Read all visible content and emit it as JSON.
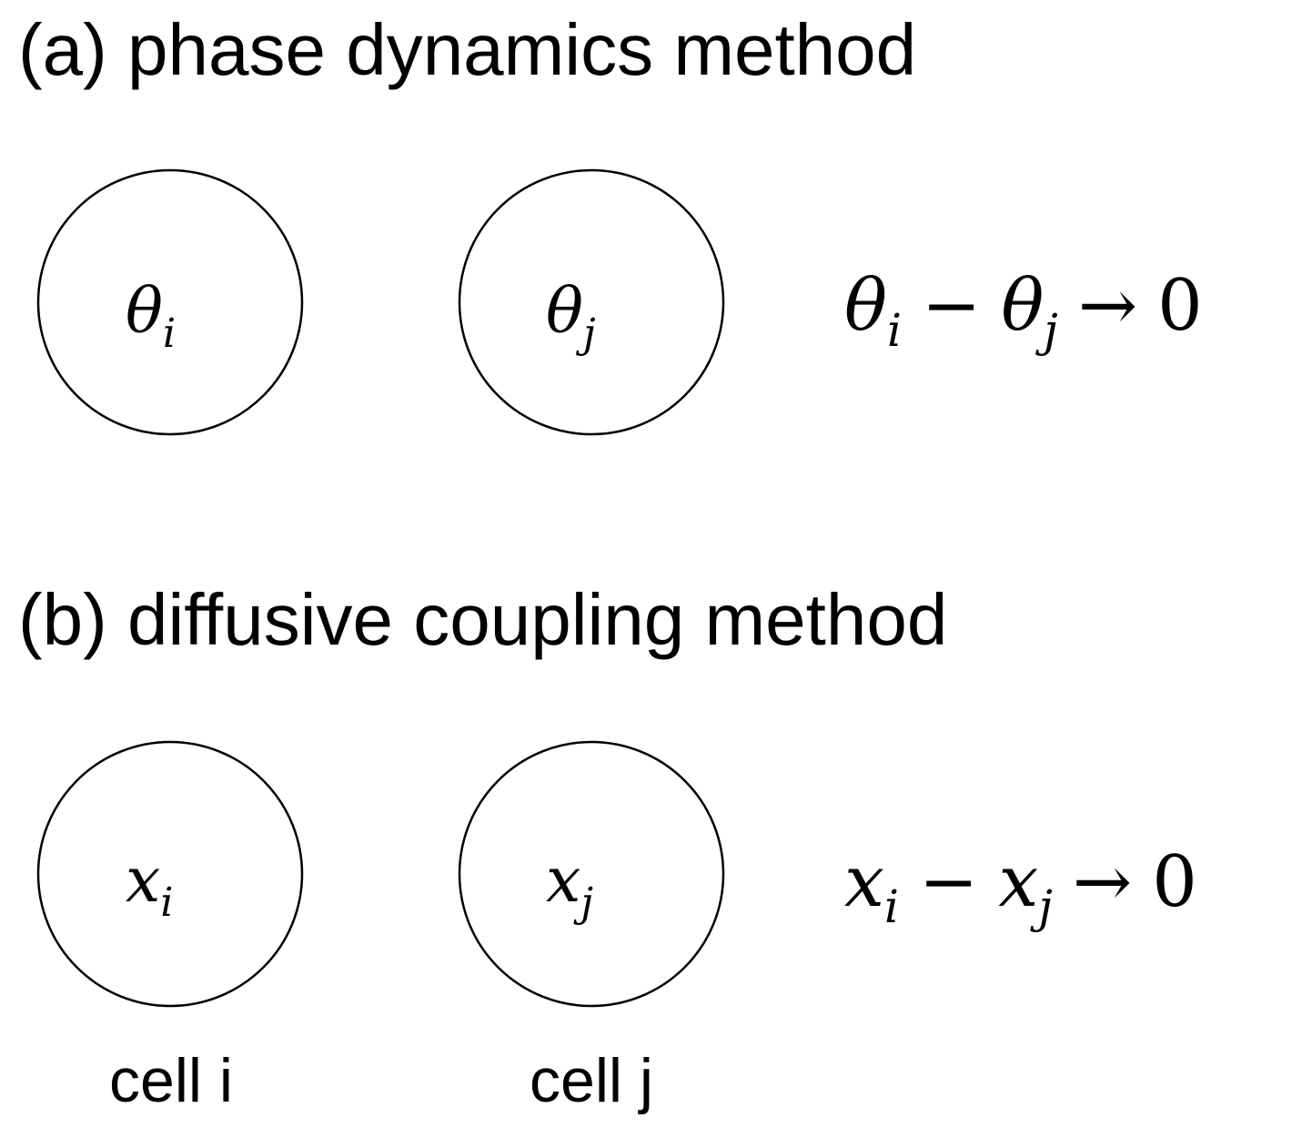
{
  "panel_a": {
    "title": "(a) phase dynamics method",
    "node_i": {
      "var": "θ",
      "sub": "i"
    },
    "node_j": {
      "var": "θ",
      "sub": "j"
    },
    "relation": {
      "left_var": "θ",
      "left_sub": "i",
      "minus": "−",
      "right_var": "θ",
      "right_sub": "j",
      "arrow": "→",
      "target": "0"
    }
  },
  "panel_b": {
    "title": "(b) diffusive coupling method",
    "node_i": {
      "var": "x",
      "sub": "i",
      "label": "cell i"
    },
    "node_j": {
      "var": "x",
      "sub": "j",
      "label": "cell j"
    },
    "relation": {
      "left_var": "x",
      "left_sub": "i",
      "minus": "−",
      "right_var": "x",
      "right_sub": "j",
      "arrow": "→",
      "target": "0"
    }
  }
}
